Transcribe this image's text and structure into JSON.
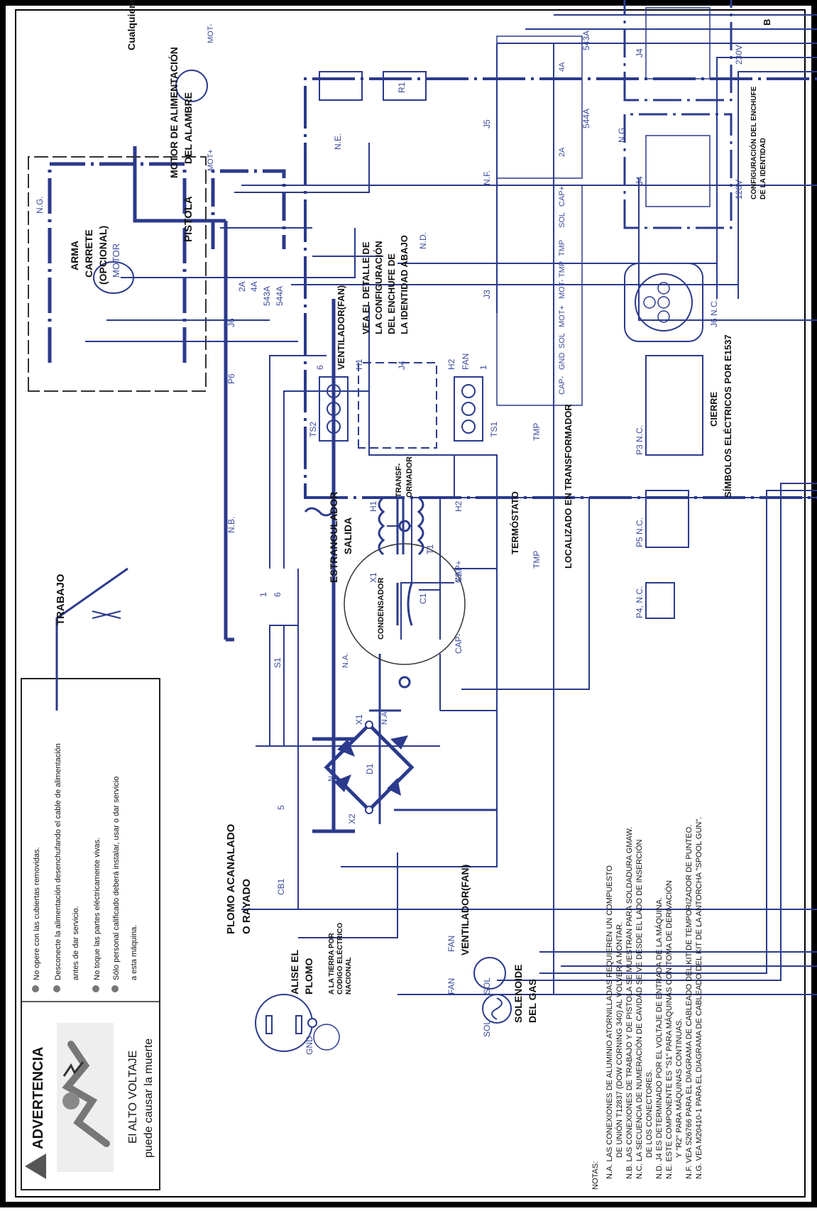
{
  "page_letter": "B",
  "warning": {
    "title": "ADVERTENCIA",
    "subtitle_1": "El ALTO VOLTAJE",
    "subtitle_2": "puede causar la muerte",
    "items": [
      "No opere con las cubiertas removidas.",
      "Desconecte la alimentación desenchufando el cable de alimentación",
      "antes de dar servicio.",
      "No toque las partes eléctricamente vivas.",
      "Sólo personal calificado deberá instalar, usar o dar servicio",
      "a esta máquina."
    ]
  },
  "labels": {
    "trabajo": "TRABAJO",
    "plomo_1": "PLOMO ACANALADO",
    "plomo_2": "O RAYADO",
    "alise_1": "ALISE EL",
    "alise_2": "PLOMO",
    "tierra_1": "A LA TIERRA POR",
    "tierra_2": "CODIGO ELÉCTRICO",
    "tierra_3": "NACIONAL",
    "gnd": "GND",
    "cb1": "CB1",
    "five": "5",
    "one": "1",
    "six": "6",
    "s1": "S1",
    "ventilador_bottom": "VENTILADOR(FAN)",
    "fan_a": "FAN",
    "fan_b": "FAN",
    "sol_a": "SOL",
    "sol_b": "SOL",
    "solenoide_1": "SOLENOIDE",
    "solenoide_2": "DEL GAS",
    "x1": "X1",
    "x2": "X2",
    "d1": "D1",
    "na_1": "N.A.",
    "na_2": "N.A.",
    "na_3": "N.A.",
    "condensador": "CONDENSADOR",
    "c1": "C1",
    "cap_minus": "CAP-",
    "cap_plus": "CAP+",
    "estrangulador": "ESTRANGULADOR",
    "salida": "SALIDA",
    "transf_1": "TRANSF-",
    "transf_2": "ORMADOR",
    "t1": "T1",
    "h1": "H1",
    "h2": "H2",
    "tx1": "X1",
    "tx2": "X2",
    "termostato": "TERMÓSTATO",
    "tmp_a": "TMP",
    "tmp_b": "TMP",
    "localizado": "LOCALIZADO EN TRANSFORMADOR",
    "nb": "N.B.",
    "ng_1": "N.G.",
    "ng_2": "N.G.",
    "cualquiera": "Cualquiera",
    "arma_1": "ARMA",
    "arma_2": "CARRETE",
    "arma_3": "(OPCIONAL)",
    "motor": "MOTOR",
    "pistola": "PISTOLA",
    "motor_alim_1": "MOTOR DE ALIMENTACIÓN",
    "motor_alim_2": "DEL ALAMBRE",
    "mot_plus": "MOT+",
    "mot_minus": "MOT-",
    "p6": "P6",
    "j6": "J6",
    "w2a": "2A",
    "w4a": "4A",
    "w543a": "543A",
    "w544a": "544A",
    "ts2": "TS2",
    "ts1": "TS1",
    "ts_6": "6",
    "ts_1": "1",
    "vent_top": "VENTILADOR(FAN)",
    "th1": "H1",
    "th2": "H2",
    "tfan": "FAN",
    "j4": "J4",
    "vea_1": "VEA EL DETALLE DE",
    "vea_2": "LA CONFIGURACIÓN",
    "vea_3": "DEL ENCHUFE DE",
    "vea_4": "LA IDENTIDAD ABAJO",
    "nd": "N.D.",
    "ne": "N.E.",
    "r1": "R1",
    "nf": "N.F.",
    "j5": "J5",
    "j3": "J3",
    "j5_4a": "4A",
    "j5_2a": "2A",
    "j3_cap_plus": "CAP+",
    "j3_sol_a": "SOL",
    "j3_tmp_a": "TMP",
    "j3_tmp_b": "TMP",
    "j3_mot_a": "MOT-",
    "j3_mot_b": "MOT+",
    "j3_sol_b": "SOL",
    "j3_gnd": "GND",
    "j3_cap_minus": "CAP-",
    "t544a": "544A",
    "t543a": "543A",
    "j6nc": "J6 N.C.",
    "j4_120": "J4",
    "j4_230": "J4",
    "v120": "120V",
    "v230": "230V",
    "config_1": "CONFIGURACIÓN DEL ENCHUFE",
    "config_2": "DE LA IDENTIDAD",
    "p4nc": "P4, N.C.",
    "p5nc": "P5 N.C.",
    "p3nc": "P3 N.C.",
    "cierre": "CIERRE",
    "simbolos": "SÍMBOLOS ELÉCTRICOS POR E1537"
  },
  "notes": {
    "header": "NOTAS:",
    "lines": [
      "N.A. LAS CONEXIONES DE ALUMINIO ATORNILLADAS REQUIEREN UN COMPUESTO",
      "DE UNIÓN T12837 (DOW CORNING 340) AL VOLVER A MONTAR.",
      "N.B. LAS CONEXIONES DE TRABAJO Y DE PISTOLA SE MUESTRAN PARA SOLDADURA GMAW.",
      "N.C. LA SECUENCIA DE NUMERACIÓN DE CAVIDAD SE VE DESDE EL LADO DE INSERCIÓN",
      "DE LOS CONECTORES.",
      "N.D. J4 ES DETERMINADO POR EL VOLTAJE DE ENTRADA DE LA MÁQUINA.",
      "N.E. ESTE COMPONENTE ES \"S1\" PARA MÁQUINAS CON TOMA DE DERIVACIÓN",
      "Y \"R2\" PARA MÁQUINAS CONTINUAS.",
      "N.F. VEA S26766 PARA EL DIAGRAMA DE CABLEADO DEL KIT DE TEMPORIZADOR DE PUNTEO.",
      "N.G. VEA M20410-1 PARA EL DIAGRAMA DE CABLEADO DEL KIT DE LA ANTORCHA \"SPOOL GUN\"."
    ]
  },
  "colors": {
    "wire": "#2b3a8c",
    "wire_light": "#6a74b8",
    "text": "#111111",
    "label_blue": "#3a4a9a",
    "frame": "#000000"
  }
}
